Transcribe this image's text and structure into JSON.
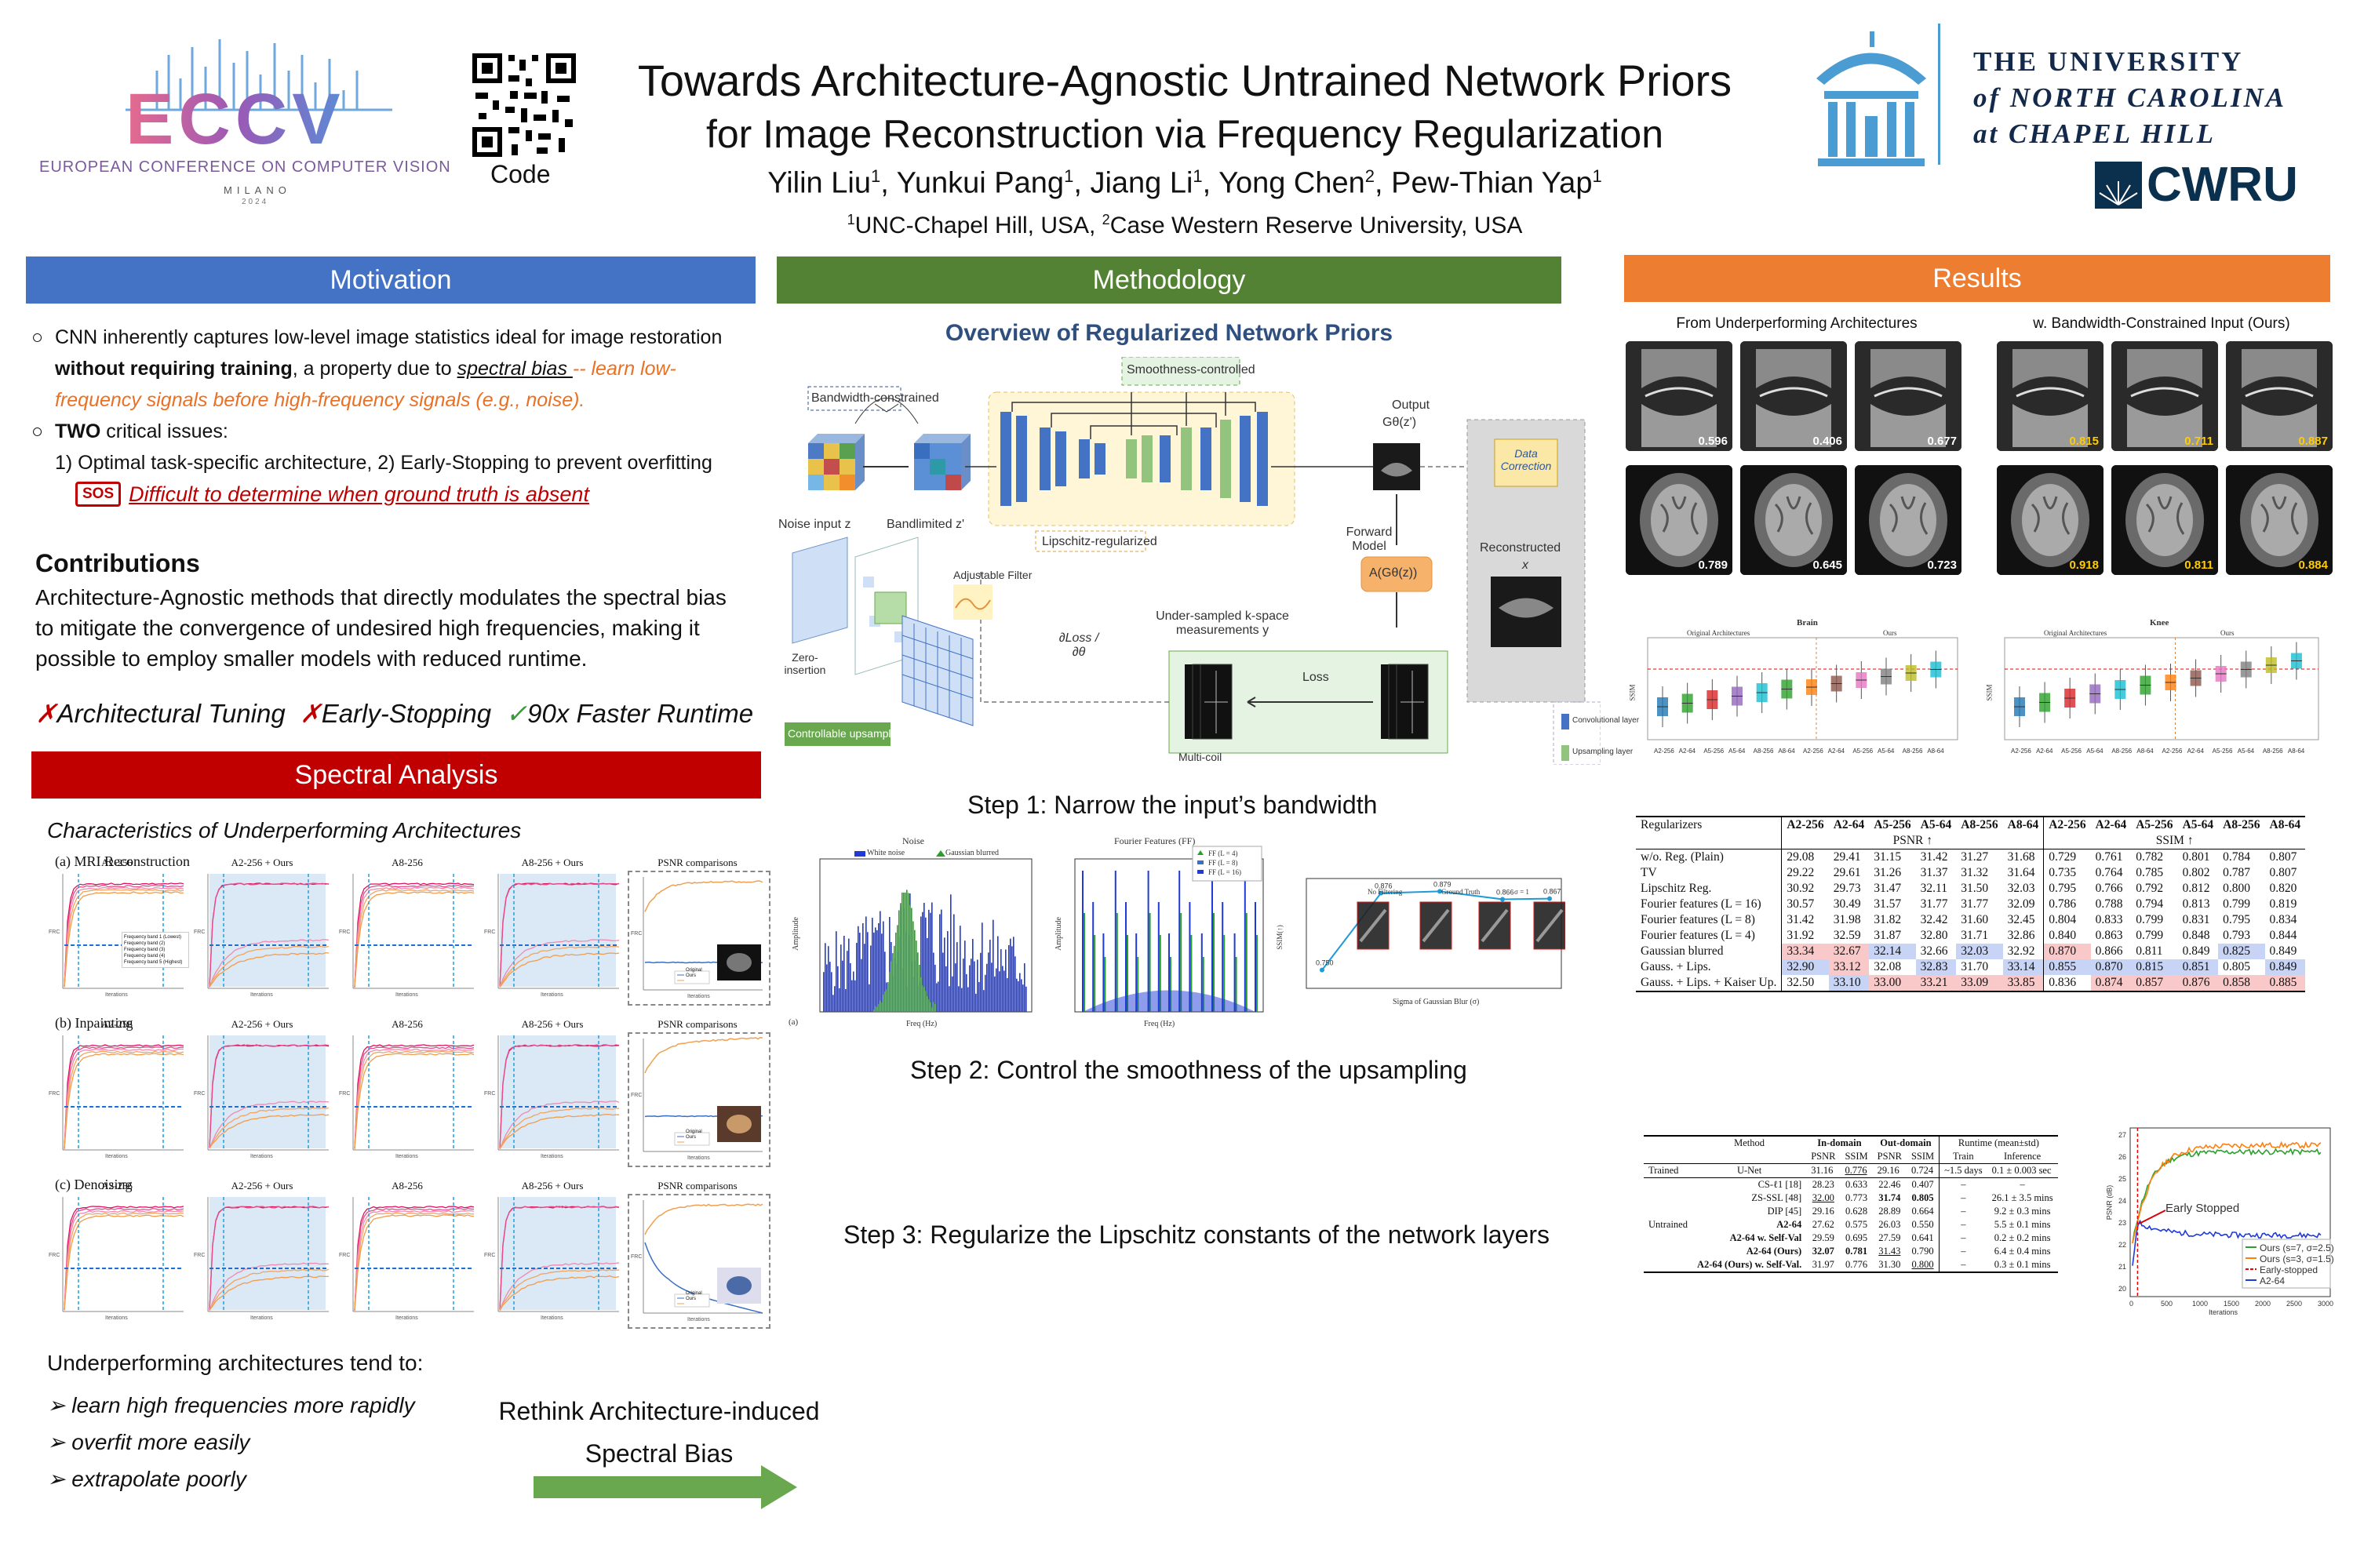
{
  "header": {
    "title_line1": "Towards Architecture-Agnostic Untrained Network Priors",
    "title_line2": "for Image Reconstruction via Frequency Regularization",
    "authors": [
      "Yilin Liu",
      "Yunkui Pang",
      "Jiang Li",
      "Yong Chen",
      "Pew-Thian Yap"
    ],
    "author_sup": [
      "1",
      "1",
      "1",
      "2",
      "1"
    ],
    "affiliations": "UNC-Chapel Hill, USA, Case Western Reserve University, USA",
    "aff1_sup": "1",
    "aff1": "UNC-Chapel Hill, USA, ",
    "aff2_sup": "2",
    "aff2": "Case Western Reserve University, USA",
    "eccv_logo": "ECCV",
    "eccv_full": "EUROPEAN CONFERENCE ON COMPUTER VISION",
    "eccv_city": "MILANO",
    "eccv_year": "2024",
    "qr_label": "Code",
    "unc_line1": "THE UNIVERSITY",
    "unc_line2": "of NORTH CAROLINA",
    "unc_line3": "at CHAPEL HILL",
    "cwru": "CWRU"
  },
  "colors": {
    "motivation": "#4472c4",
    "methodology": "#548235",
    "results": "#ed7d31",
    "spectral": "#c00000",
    "orange_text": "#e97126",
    "red_text": "#c00000"
  },
  "motivation": {
    "header": "Motivation",
    "bullet1_a": "CNN inherently captures low-level image statistics ideal for image restoration",
    "bullet1_b": "without requiring training",
    "bullet1_c": ", a property due to ",
    "bullet1_d": "spectral bias ",
    "bullet1_e": "-- learn low-",
    "bullet1_f": "frequency signals before high-frequency signals (e.g., noise).",
    "bullet2_a": "TWO",
    "bullet2_b": " critical issues:",
    "issues": "1) Optimal task-specific architecture, 2) Early-Stopping to prevent overfitting",
    "sos": "SOS",
    "sos_text": "Difficult to determine when ground truth is absent",
    "contrib_title": "Contributions",
    "contrib_text": "Architecture-Agnostic methods that directly modulates the spectral bias to mitigate the convergence of undesired high frequencies, making it possible to employ smaller models with reduced runtime.",
    "claim1": "Architectural Tuning",
    "claim2": "Early-Stopping",
    "claim3": "90x Faster Runtime"
  },
  "spectral": {
    "header": "Spectral Analysis",
    "subtitle": "Characteristics of Underperforming Architectures",
    "rows": [
      "(a) MRI Reconstruction",
      "(b) Inpainting",
      "(c) Denoising"
    ],
    "panel_titles": [
      "A2-256",
      "A2-256 + Ours",
      "A8-256",
      "A8-256 + Ours",
      "PSNR comparisons"
    ],
    "tend_title": "Underperforming architectures tend to:",
    "tend": [
      "learn high frequencies more rapidly",
      "overfit more easily",
      "extrapolate poorly"
    ],
    "rethink_1": "Rethink Architecture-induced",
    "rethink_2": "Spectral Bias",
    "legend_bands": [
      "Frequency band 1 (Lowest)",
      "Frequency band (2)",
      "Frequency band (3)",
      "Frequency band (4)",
      "Frequency band 5 (Highest)"
    ],
    "legend_orig": "Original",
    "legend_ours": "Ours",
    "frc": "FRC",
    "iterations": "Iterations"
  },
  "methodology": {
    "header": "Methodology",
    "overview": "Overview of Regularized Network Priors",
    "bandwidth": "Bandwidth-constrained",
    "smoothness": "Smoothness-controlled",
    "lipschitz": "Lipschitz-regularized",
    "noise_input": "Noise input z",
    "bandlimited": "Bandlimited z'",
    "output": "Output",
    "output_sym": "Gθ(z')",
    "forward_model": "Forward Model",
    "forward_op": "A(Gθ(z))",
    "data_corr": "Data Correction",
    "recon": "Reconstructed",
    "recon_sym": "x",
    "undersampled": "Under-sampled k-space measurements y",
    "loss": "Loss",
    "dloss": "∂Loss / ∂θ",
    "multicoil": "Multi-coil",
    "adj_filter": "Adjustable Filter",
    "zero_ins": "Zero-insertion",
    "ctrl_up": "Controllable upsampling",
    "legend_conv": "Convolutional layer",
    "legend_up": "Upsampling layer",
    "step1": "Step 1: Narrow the input’s bandwidth",
    "step2": "Step 2: Control the smoothness of the upsampling",
    "step3": "Step 3: Regularize the Lipschitz constants of the network layers",
    "noise_title": "Noise",
    "noise_leg1": "White noise",
    "noise_leg2": "Gaussian blurred",
    "ff_title": "Fourier Features (FF)",
    "ff_leg": [
      "FF (L = 4)",
      "FF (L = 8)",
      "FF (L = 16)"
    ],
    "freq_label": "Freq (Hz)",
    "amp_label": "Amplitude",
    "a_label": "(a)",
    "ssim_label": "SSIM(↑)",
    "sigma_label": "Sigma of Gaussian Blur (σ)",
    "ssim_pts_labels": [
      "No Filtering",
      "Ground Truth",
      "σ = 1"
    ],
    "ssim_vals": [
      "0.750",
      "0.876",
      "0.879",
      "0.866",
      "0.867"
    ]
  },
  "results": {
    "header": "Results",
    "left_caption": "From Underperforming Architectures",
    "right_caption": "w. Bandwidth-Constrained Input (Ours)",
    "scores_left": [
      "0.596",
      "0.406",
      "0.677",
      "0.789",
      "0.645",
      "0.723"
    ],
    "scores_right": [
      "0.815",
      "0.711",
      "0.887",
      "0.918",
      "0.811",
      "0.884"
    ],
    "box_brain": "Brain",
    "box_knee": "Knee",
    "box_orig": "Original Architectures",
    "box_ours": "Ours",
    "box_ylabel": "SSIM",
    "table1": {
      "header_reg": "Regularizers",
      "cols": [
        "A2-256",
        "A2-64",
        "A5-256",
        "A5-64",
        "A8-256",
        "A8-64",
        "A2-256",
        "A2-64",
        "A5-256",
        "A5-64",
        "A8-256",
        "A8-64"
      ],
      "psnr": "PSNR ↑",
      "ssim": "SSIM ↑",
      "rows": [
        {
          "name": "w/o. Reg. (Plain)",
          "vals": [
            "29.08",
            "29.41",
            "31.15",
            "31.42",
            "31.27",
            "31.68",
            "0.729",
            "0.761",
            "0.782",
            "0.801",
            "0.784",
            "0.807"
          ]
        },
        {
          "name": "TV",
          "vals": [
            "29.22",
            "29.61",
            "31.26",
            "31.37",
            "31.32",
            "31.64",
            "0.735",
            "0.764",
            "0.785",
            "0.802",
            "0.787",
            "0.807"
          ]
        },
        {
          "name": "Lipschitz Reg.",
          "vals": [
            "30.92",
            "29.73",
            "31.47",
            "32.11",
            "31.50",
            "32.03",
            "0.795",
            "0.766",
            "0.792",
            "0.812",
            "0.800",
            "0.820"
          ]
        },
        {
          "name": "Fourier features (L = 16)",
          "vals": [
            "30.57",
            "30.49",
            "31.57",
            "31.77",
            "31.77",
            "32.09",
            "0.786",
            "0.788",
            "0.794",
            "0.813",
            "0.799",
            "0.819"
          ]
        },
        {
          "name": "Fourier features (L = 8)",
          "vals": [
            "31.42",
            "31.98",
            "31.82",
            "32.42",
            "31.60",
            "32.45",
            "0.804",
            "0.833",
            "0.799",
            "0.831",
            "0.795",
            "0.834"
          ]
        },
        {
          "name": "Fourier features (L = 4)",
          "vals": [
            "31.92",
            "32.59",
            "31.87",
            "32.80",
            "31.71",
            "32.86",
            "0.840",
            "0.863",
            "0.799",
            "0.848",
            "0.793",
            "0.844"
          ]
        },
        {
          "name": "Gaussian blurred",
          "vals": [
            "33.34",
            "32.67",
            "32.14",
            "32.66",
            "32.03",
            "32.92",
            "0.870",
            "0.866",
            "0.811",
            "0.849",
            "0.825",
            "0.849"
          ]
        },
        {
          "name": "Gauss. + Lips.",
          "vals": [
            "32.90",
            "33.12",
            "32.08",
            "32.83",
            "31.70",
            "33.14",
            "0.855",
            "0.870",
            "0.815",
            "0.851",
            "0.805",
            "0.849"
          ]
        },
        {
          "name": "Gauss. + Lips. + Kaiser Up.",
          "vals": [
            "32.50",
            "33.10",
            "33.00",
            "33.21",
            "33.09",
            "33.85",
            "0.836",
            "0.874",
            "0.857",
            "0.876",
            "0.858",
            "0.885"
          ]
        }
      ]
    },
    "table2": {
      "h_method": "Method",
      "h_in": "In-domain",
      "h_out": "Out-domain",
      "h_runtime": "Runtime (mean±std)",
      "sub": [
        "PSNR",
        "SSIM",
        "PSNR",
        "SSIM",
        "Train",
        "Inference"
      ],
      "trained": "Trained",
      "untrained": "Untrained",
      "unet": {
        "name": "U-Net",
        "vals": [
          "31.16",
          "0.776",
          "29.16",
          "0.724",
          "~1.5 days",
          "0.1 ± 0.003 sec"
        ]
      },
      "rows": [
        {
          "name": "CS-ℓ1 [18]",
          "vals": [
            "28.23",
            "0.633",
            "22.46",
            "0.407",
            "–",
            "–"
          ]
        },
        {
          "name": "ZS-SSL [48]",
          "vals": [
            "32.00",
            "0.773",
            "31.74",
            "0.805",
            "–",
            "26.1 ± 3.5 mins"
          ]
        },
        {
          "name": "DIP [45]",
          "vals": [
            "29.16",
            "0.628",
            "28.89",
            "0.664",
            "–",
            "9.2 ± 0.3 mins"
          ]
        },
        {
          "name": "A2-64",
          "vals": [
            "27.62",
            "0.575",
            "26.03",
            "0.550",
            "–",
            "5.5 ± 0.1 mins"
          ]
        },
        {
          "name": "A2-64 w. Self-Val",
          "vals": [
            "29.59",
            "0.695",
            "27.59",
            "0.641",
            "–",
            "0.2 ± 0.2 mins"
          ]
        },
        {
          "name": "A2-64 (Ours)",
          "vals": [
            "32.07",
            "0.781",
            "31.43",
            "0.790",
            "–",
            "6.4 ± 0.4 mins"
          ]
        },
        {
          "name": "A2-64 (Ours) w. Self-Val.",
          "vals": [
            "31.97",
            "0.776",
            "31.30",
            "0.800",
            "–",
            "0.3 ± 0.1 mins"
          ]
        }
      ]
    },
    "curve": {
      "early": "Early Stopped",
      "legend": [
        "Ours (s=7, σ=2.5)",
        "Ours (s=3, σ=1.5)",
        "Early-stopped",
        "A2-64"
      ],
      "xlabel": "Iterations",
      "ylabel": "PSNR (dB)",
      "yticks": [
        "27",
        "26",
        "25",
        "24",
        "23",
        "22",
        "21",
        "20"
      ],
      "xticks": [
        "0",
        "500",
        "1000",
        "1500",
        "2000",
        "2500",
        "3000"
      ]
    }
  }
}
